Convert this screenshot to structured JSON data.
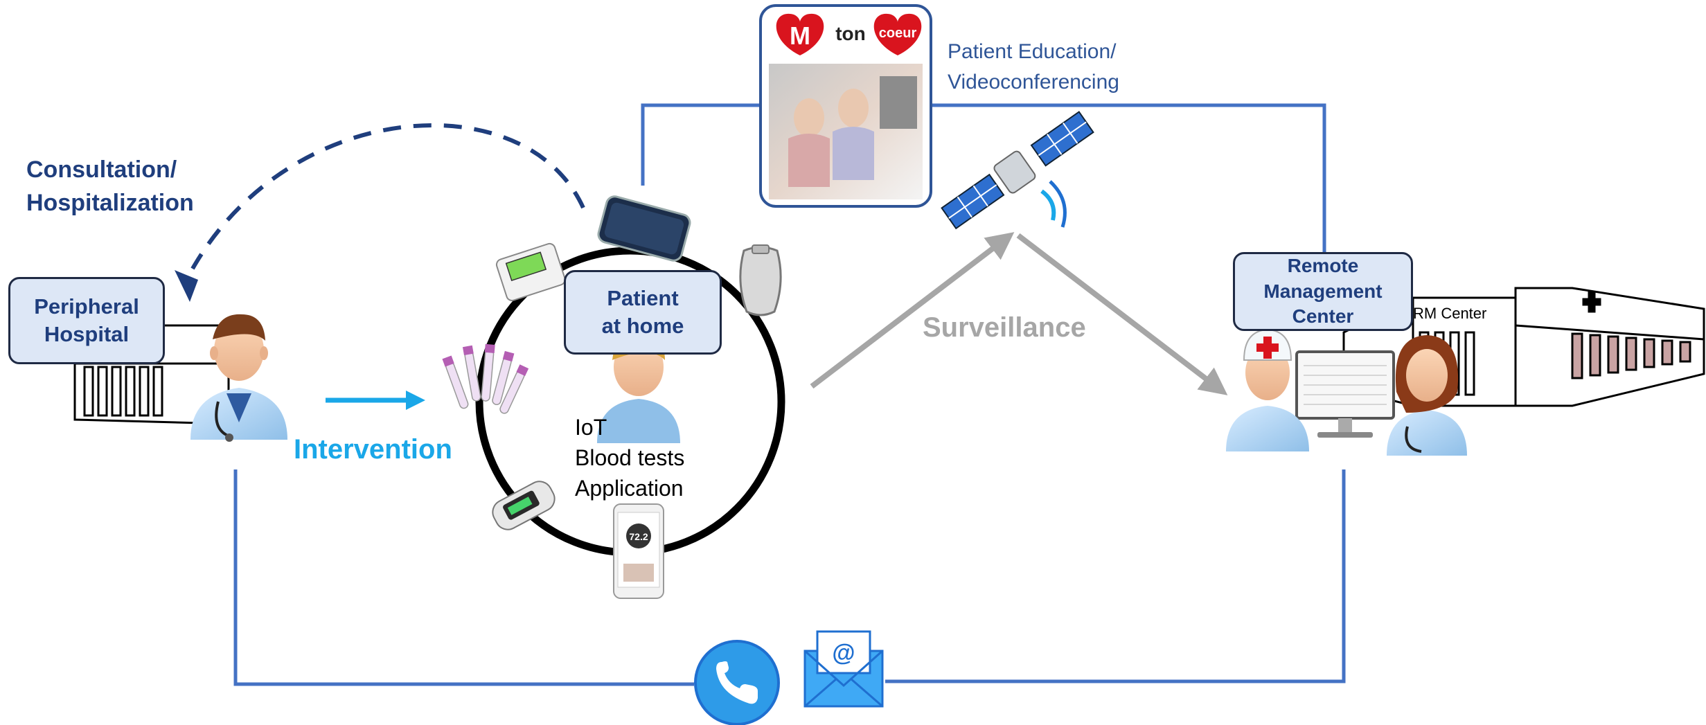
{
  "labels": {
    "consultation_line1": "Consultation/",
    "consultation_line2": "Hospitalization",
    "peripheral_line1": "Peripheral",
    "peripheral_line2": "Hospital",
    "intervention": "Intervention",
    "patient_line1": "Patient",
    "patient_line2": "at home",
    "iot": "IoT",
    "blood_tests": "Blood tests",
    "application": "Application",
    "surveillance": "Surveillance",
    "education_line1": "Patient Education/",
    "education_line2": "Videoconferencing",
    "remote_line1": "Remote",
    "remote_line2": "Management",
    "remote_line3": "Center",
    "rm_center_sign": "RM Center",
    "logo_m": "M",
    "logo_ton": "ton",
    "logo_coeur": "coeur",
    "phone_reading": "72.2"
  },
  "colors": {
    "line_blue": "#4472c4",
    "dark_blue": "#1f3e7d",
    "intervention_cyan": "#1aa7e8",
    "surveillance_gray": "#a6a6a6",
    "box_fill": "#dde7f6",
    "logo_red": "#d9141e"
  },
  "icons": [
    "doctor-icon",
    "nurse-icon",
    "satellite-icon",
    "phone-icon",
    "email-icon",
    "smart-scale-icon",
    "glucometer-icon",
    "pacemaker-icon",
    "oximeter-icon",
    "smartphone-icon",
    "blood-tubes-icon",
    "hospital-building-icon",
    "computer-monitor-icon"
  ]
}
